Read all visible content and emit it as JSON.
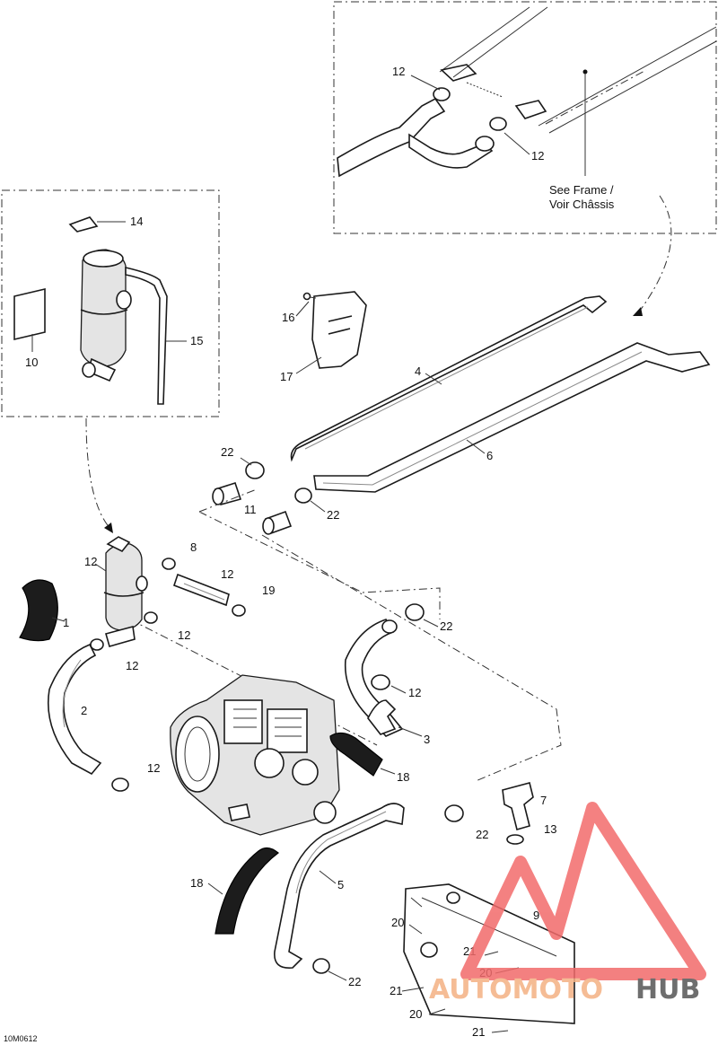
{
  "inset_frame": {
    "note_line1": "See Frame /",
    "note_line2": "Voir Châssis"
  },
  "callouts": [
    {
      "id": "c12a",
      "text": "12"
    },
    {
      "id": "c12b",
      "text": "12"
    },
    {
      "id": "c14",
      "text": "14"
    },
    {
      "id": "c15",
      "text": "15"
    },
    {
      "id": "c10",
      "text": "10"
    },
    {
      "id": "c16",
      "text": "16"
    },
    {
      "id": "c17",
      "text": "17"
    },
    {
      "id": "c4",
      "text": "4"
    },
    {
      "id": "c6",
      "text": "6"
    },
    {
      "id": "c22a",
      "text": "22"
    },
    {
      "id": "c11",
      "text": "11"
    },
    {
      "id": "c22b",
      "text": "22"
    },
    {
      "id": "c12c",
      "text": "12"
    },
    {
      "id": "c1",
      "text": "1"
    },
    {
      "id": "c8",
      "text": "8"
    },
    {
      "id": "c12d",
      "text": "12"
    },
    {
      "id": "c19",
      "text": "19"
    },
    {
      "id": "c12e",
      "text": "12"
    },
    {
      "id": "c12f",
      "text": "12"
    },
    {
      "id": "c22c",
      "text": "22"
    },
    {
      "id": "c2",
      "text": "2"
    },
    {
      "id": "c12g",
      "text": "12"
    },
    {
      "id": "c3",
      "text": "3"
    },
    {
      "id": "c12h",
      "text": "12"
    },
    {
      "id": "c18a",
      "text": "18"
    },
    {
      "id": "c7",
      "text": "7"
    },
    {
      "id": "c22d",
      "text": "22"
    },
    {
      "id": "c13",
      "text": "13"
    },
    {
      "id": "c18b",
      "text": "18"
    },
    {
      "id": "c5",
      "text": "5"
    },
    {
      "id": "c9",
      "text": "9"
    },
    {
      "id": "c20a",
      "text": "20"
    },
    {
      "id": "c21a",
      "text": "21"
    },
    {
      "id": "c20b",
      "text": "20"
    },
    {
      "id": "c22e",
      "text": "22"
    },
    {
      "id": "c21b",
      "text": "21"
    },
    {
      "id": "c20c",
      "text": "20"
    },
    {
      "id": "c21c",
      "text": "21"
    }
  ],
  "figure_code": "10M0612",
  "watermark": {
    "part1": "AUTOMOTO",
    "part2": "HUB",
    "color_primary": "#f26b6b",
    "color_secondary": "#f4b183",
    "color_tertiary": "#555555"
  }
}
